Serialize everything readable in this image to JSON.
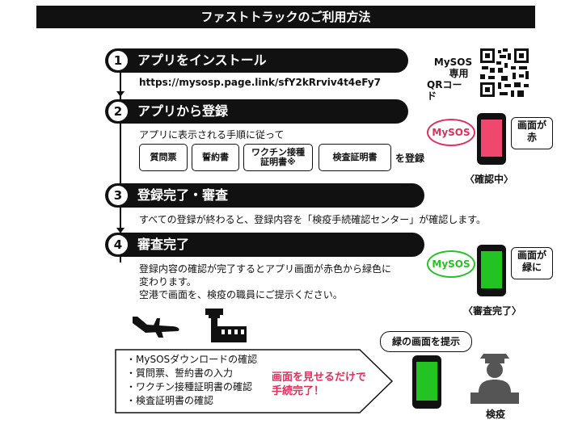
{
  "title": "ファストトラックのご利用方法",
  "steps": [
    {
      "num": "1",
      "label": "アプリをインストール"
    },
    {
      "num": "2",
      "label": "アプリから登録"
    },
    {
      "num": "3",
      "label": "登録完了・審査"
    },
    {
      "num": "4",
      "label": "審査完了"
    }
  ],
  "step1": {
    "url": "https://mysosp.page.link/sfY2kRrviv4t4eFy7"
  },
  "qr": {
    "label_line1": "MySOS",
    "label_line2": "専用",
    "label_line3": "QRコー",
    "label_line4": "ド"
  },
  "step2": {
    "intro": "アプリに表示される手順に従って",
    "docs": [
      "質問票",
      "誓約書",
      "ワクチン接種",
      "証明書※",
      "検査証明書"
    ],
    "suffix": "を登録"
  },
  "step3": {
    "text": "すべての登録が終わると、登録内容を「検疫手続確認センター」が確認します。"
  },
  "step4": {
    "line1": "登録内容の確認が完了するとアプリ画面が赤色から緑色に",
    "line2": "変わります。",
    "line3": "空港で画面を、検疫の職員にご提示ください。"
  },
  "phone_red": {
    "app": "MySOS",
    "bubble_l1": "画面が",
    "bubble_l2": "赤",
    "caption": "〈確認中〉",
    "color": "#f0476e"
  },
  "phone_green": {
    "app": "MySOS",
    "bubble_l1": "画面が",
    "bubble_l2": "緑に",
    "caption": "〈審査完了〉",
    "color": "#22c322"
  },
  "checklist": [
    "・MySOSダウンロードの確認",
    "・質問票、誓約書の入力",
    "・ワクチン接種証明書の確認",
    "・検査証明書の確認"
  ],
  "highlight": {
    "line1": "画面を見せるだけで",
    "line2": "手続完了！",
    "color": "#e0305a"
  },
  "present": {
    "bubble": "緑の画面を提示",
    "official": "検疫"
  },
  "colors": {
    "accent_red": "#e0305a",
    "green": "#22c322",
    "dark": "#111111"
  }
}
